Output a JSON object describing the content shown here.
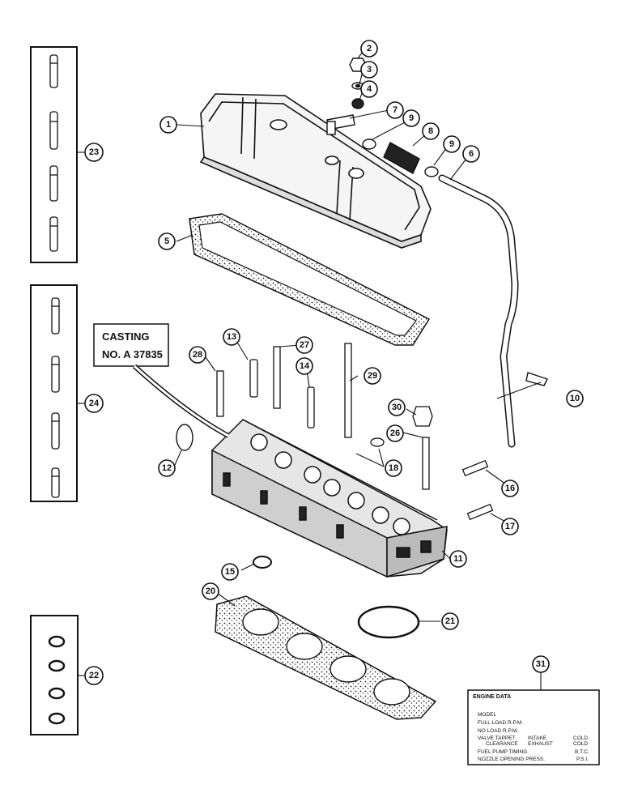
{
  "callouts": [
    "1",
    "2",
    "3",
    "4",
    "7",
    "9",
    "8",
    "9",
    "6",
    "5",
    "23",
    "24",
    "22",
    "28",
    "13",
    "27",
    "14",
    "29",
    "30",
    "26",
    "18",
    "10",
    "12",
    "16",
    "17",
    "11",
    "15",
    "20",
    "21",
    "31"
  ],
  "casting_label": {
    "line1": "CASTING",
    "line2": "NO. A 37835"
  },
  "engine_data": {
    "title": "ENGINE DATA",
    "ref": "",
    "rows": [
      "MODEL",
      "FULL LOAD R.P.M.",
      "NO LOAD R.P.M.",
      "VALVE TAPPET",
      "INTAKE",
      "COLD",
      "CLEARANCE",
      "EXHAUST",
      "COLD",
      "FUEL PUMP TIMING",
      "B.T.C.",
      "NOZZLE OPENING PRESS.",
      "P.S.I."
    ]
  }
}
